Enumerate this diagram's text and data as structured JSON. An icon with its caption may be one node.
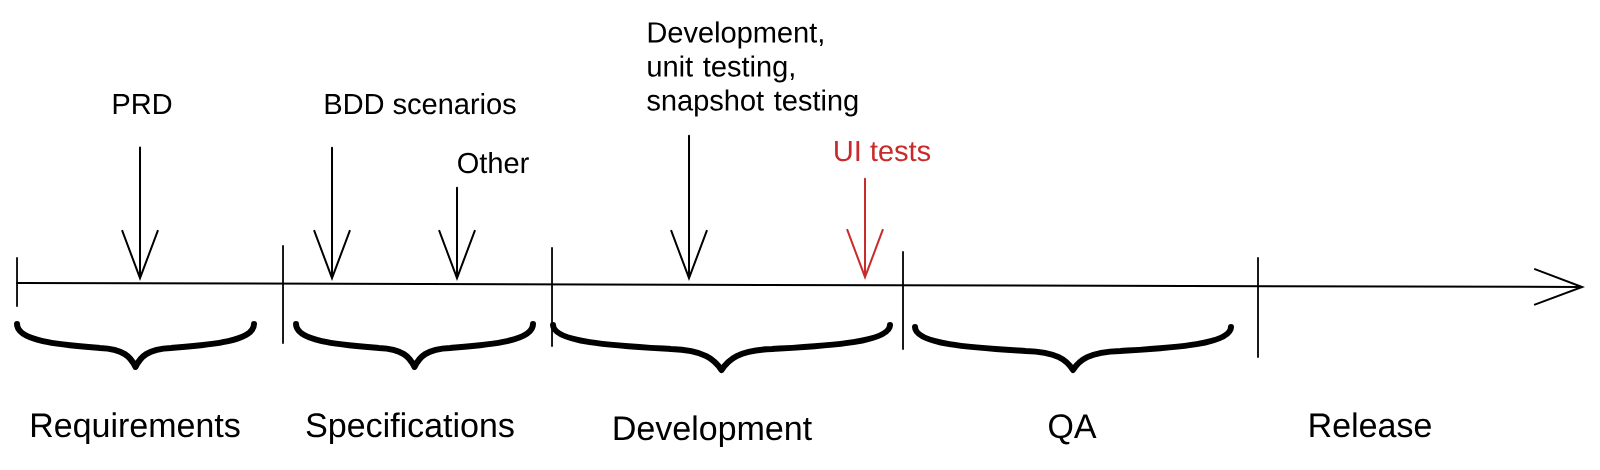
{
  "diagram": {
    "nodes": [
      {
        "text": [
          "PRD"
        ]
      },
      {
        "text": [
          "BDD scenarios"
        ]
      },
      {
        "text": [
          "Other"
        ]
      },
      {
        "text": [
          "Development, unit testing, snapshot testing"
        ]
      },
      {
        "text": [
          "UI tests"
        ]
      }
    ],
    "edges": [
      {
        "from": 0,
        "to": null,
        "arrow": "to"
      },
      {
        "from": 1,
        "to": null,
        "arrow": "to"
      },
      {
        "from": 2,
        "to": null,
        "arrow": "to"
      },
      {
        "from": 3,
        "to": null,
        "arrow": "to"
      },
      {
        "from": 4,
        "to": null,
        "arrow": "to",
        "color": "#c92a2a"
      }
    ],
    "labels": [
      "Requirements",
      "Specifications",
      "Development",
      "QA",
      "Release"
    ]
  }
}
